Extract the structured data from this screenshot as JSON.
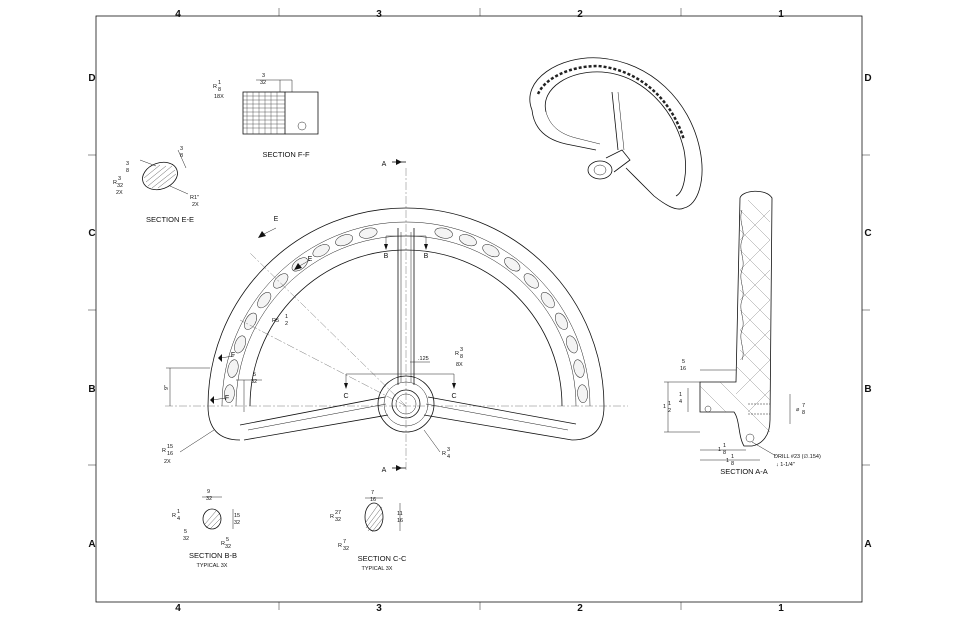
{
  "border": {
    "columns_top": [
      "4",
      "3",
      "2",
      "1"
    ],
    "columns_bottom": [
      "4",
      "3",
      "2",
      "1"
    ],
    "rows_left": [
      "D",
      "C",
      "B",
      "A"
    ],
    "rows_right": [
      "D",
      "C",
      "B",
      "A"
    ]
  },
  "sections": {
    "ff": {
      "title": "SECTION F-F",
      "radius": "R",
      "radius_num": "1",
      "radius_den": "8",
      "radius_count": "18X",
      "width_num": "3",
      "width_den": "32"
    },
    "ee": {
      "title": "SECTION E-E",
      "d1_num": "3",
      "d1_den": "8",
      "d2_num": "3",
      "d2_den": "8",
      "r_num": "3",
      "r_den": "32",
      "r_count": "2X",
      "r1": "R1\"",
      "r1_count": "2X"
    },
    "bb": {
      "title": "SECTION B-B",
      "note": "TYPICAL 3X",
      "w_num": "9",
      "w_den": "32",
      "h_num": "15",
      "h_den": "32",
      "r_num": "1",
      "r_den": "4",
      "r2_num": "5",
      "r2_den": "32",
      "r3_num": "5",
      "r3_den": "32"
    },
    "cc": {
      "title": "SECTION C-C",
      "note": "TYPICAL 3X",
      "w_num": "7",
      "w_den": "16",
      "h_num": "11",
      "h_den": "16",
      "r_num": "27",
      "r_den": "32",
      "r2_num": "7",
      "r2_den": "32"
    },
    "aa": {
      "title": "SECTION A-A",
      "top_num": "5",
      "top_den": "16",
      "mid_num": "1",
      "mid_den": "4",
      "left_num": "1",
      "left_den": "2",
      "dia_num": "7",
      "dia_den": "8",
      "b1_num": "1",
      "b1_den": "8",
      "b2_num": "1",
      "b2_den": "8",
      "drill": "DRILL #23 (∅.154)",
      "depth": "↓ 1-1/4\""
    }
  },
  "main_view": {
    "marks": {
      "a_top": "A",
      "a_bottom": "A",
      "b_left": "B",
      "b_right": "B",
      "c_left": "C",
      "c_right": "C",
      "e_1": "E",
      "e_2": "E",
      "f_1": "F",
      "f_2": "F"
    },
    "dims": {
      "r_large": "R5",
      "r_large_num": "1",
      "r_large_den": "2",
      "spoke_w": ".125",
      "r_hub_num": "3",
      "r_hub_den": "8",
      "r_hub_count": "8X",
      "r_hub2_num": "3",
      "r_hub2_den": "4",
      "r_left_num": "15",
      "r_left_den": "16",
      "r_left_count": "2X",
      "h_left": "9\"",
      "offset_num": "5",
      "offset_den": "32"
    }
  }
}
